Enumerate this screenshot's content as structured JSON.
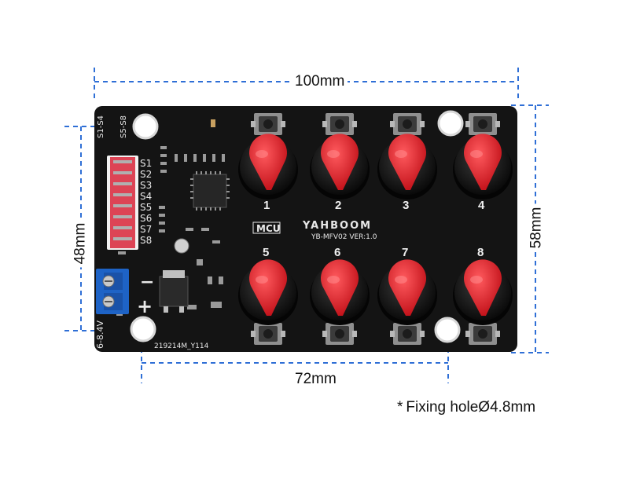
{
  "dimensions": {
    "width_label": "100mm",
    "height_label": "58mm",
    "hole_vertical_label": "48mm",
    "hole_horizontal_label": "72mm"
  },
  "note": {
    "marker": "*",
    "text": "Fixing holeØ4.8mm"
  },
  "board": {
    "brand": "YAHBOOM",
    "model": "YB-MFV02  VER:1.0",
    "mcu_label": "MCU",
    "code": "219214M_Y114",
    "voltage_label": "6-8.4V",
    "group_labels": [
      "S1-S4",
      "S5-S8"
    ],
    "servo_labels": [
      "S1",
      "S2",
      "S3",
      "S4",
      "S5",
      "S6",
      "S7",
      "S8"
    ],
    "knob_numbers": [
      "1",
      "2",
      "3",
      "4",
      "5",
      "6",
      "7",
      "8"
    ],
    "minus_sign": "−",
    "plus_sign": "+"
  },
  "colors": {
    "dimension_line": "#2f6fd6",
    "pcb": "#141414",
    "knob_cap": "#e5232b",
    "terminal": "#1e63c6",
    "header": "#d9263a"
  }
}
